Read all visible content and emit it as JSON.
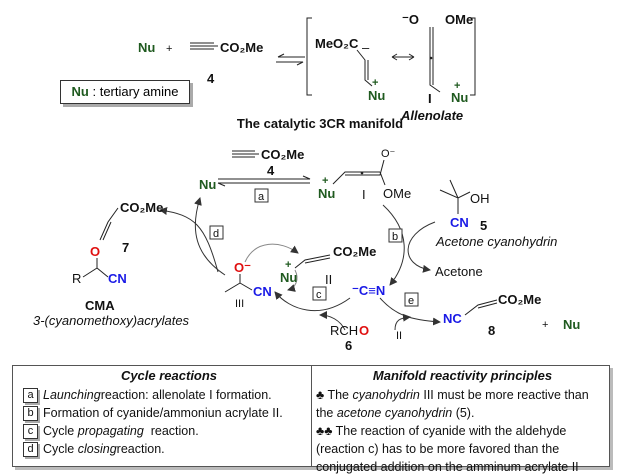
{
  "top": {
    "nu": "Nu",
    "plus": "+",
    "ester": "CO₂Me",
    "compound4": "4",
    "meo2c": "MeO₂C",
    "minus": "–",
    "nu_plus": "Nu",
    "plus_sign": "+",
    "o_minus": "⁻O",
    "ome": "OMe",
    "label_I": "I",
    "allenolate": "Allenolate"
  },
  "legend_box": {
    "nu": "Nu",
    "text": " : tertiary amine"
  },
  "section_title": "The catalytic 3CR manifold",
  "cycle": {
    "ester4": "CO₂Me",
    "label4": "4",
    "nu": "Nu",
    "intI_nu": "Nu",
    "intI_plus": "+",
    "intI_label": "I",
    "intI_o": "O⁻",
    "intI_ome": "OMe",
    "oh": "OH",
    "cn5": "CN",
    "label5": "5",
    "acetone_cyanohydrin": "Acetone cyanohydrin",
    "acetone": "Acetone",
    "step_a": "a",
    "step_b": "b",
    "step_c": "c",
    "step_d": "d",
    "step_e": "e",
    "p7_ester": "CO₂Me",
    "p7_o": "O",
    "label7": "7",
    "p7_r": "R",
    "p7_cn": "CN",
    "cma": "CMA",
    "cma_name": "3-(cyanomethoxy)acrylates",
    "intIII_o": "O⁻",
    "intIII_label": "III",
    "intIII_cn": "CN",
    "intII_ester": "CO₂Me",
    "intII_nu": "Nu",
    "intII_plus": "+",
    "intII_label": "II",
    "cyanide": "⁻C≡N",
    "aldehyde_rch": "RCH",
    "aldehyde_o": "O",
    "label6": "6",
    "reagent_II": "II",
    "p8_nc": "NC",
    "p8_ester": "CO₂Me",
    "label8": "8",
    "plus": "+",
    "nu_regen": "Nu"
  },
  "cycle_reactions": {
    "title": "Cycle reactions",
    "items": [
      {
        "key": "a",
        "em": "Launching",
        "text": " reaction: allenolate I formation."
      },
      {
        "key": "b",
        "em": "",
        "text": "Formation of cyanide/ammoniun acrylate II."
      },
      {
        "key": "c",
        "em": "propagating",
        "pre": "Cycle ",
        "text": "  reaction."
      },
      {
        "key": "d",
        "em": "closing",
        "pre": "Cycle ",
        "text": " reaction."
      }
    ]
  },
  "principles": {
    "title": "Manifold reactivity principles",
    "p1_a": "♣ The ",
    "p1_em": "cyanohydrin",
    "p1_b": " III must be more reactive than",
    "p1_c": "the ",
    "p1_em2": "acetone cyanohydrin",
    "p1_d": " (5).",
    "p2_a": "♣♣ The reaction of cyanide with the aldehyde",
    "p2_b": "(reaction c) has to be more favored than the",
    "p2_c": "conjugated addition on the amminum acrylate II"
  },
  "colors": {
    "nucleophile": "#1f5a1f",
    "nitrile": "#1a1ae6",
    "oxygen": "#e01010"
  }
}
